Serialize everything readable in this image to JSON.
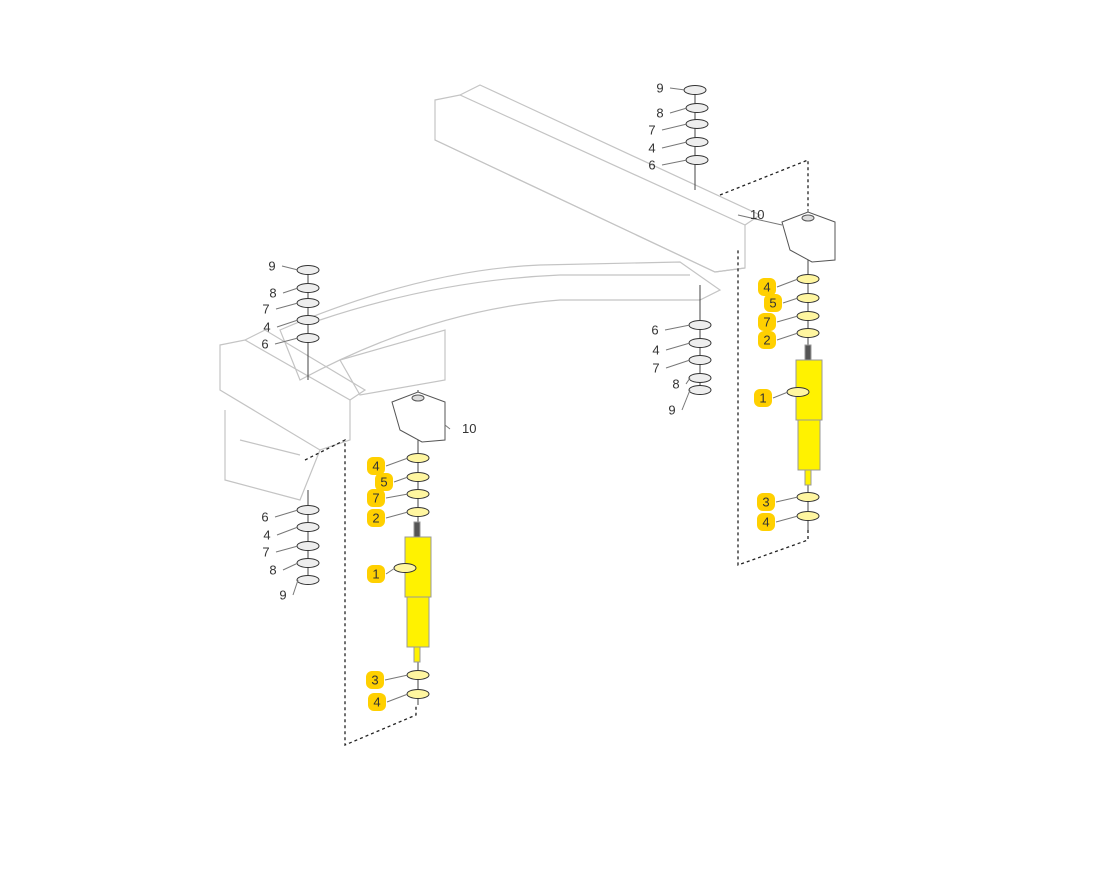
{
  "diagram": {
    "title": "Shock absorber mounting exploded view",
    "colors": {
      "highlight": "#ffd000",
      "shock": "#fff200",
      "line": "#b8b8b8",
      "label": "#333333"
    },
    "top_right_hardware": [
      "9",
      "8",
      "7",
      "4",
      "6"
    ],
    "right_bracket": "10",
    "right_shock_callouts": [
      "4",
      "5",
      "7",
      "2",
      "1",
      "3",
      "4"
    ],
    "top_left_hardware": [
      "9",
      "8",
      "7",
      "4",
      "6"
    ],
    "mid_right_hardware": [
      "6",
      "4",
      "7",
      "8",
      "9"
    ],
    "left_bracket": "10",
    "left_shock_callouts": [
      "4",
      "5",
      "7",
      "2",
      "1",
      "3",
      "4"
    ],
    "bottom_left_hardware": [
      "6",
      "4",
      "7",
      "8",
      "9"
    ]
  }
}
